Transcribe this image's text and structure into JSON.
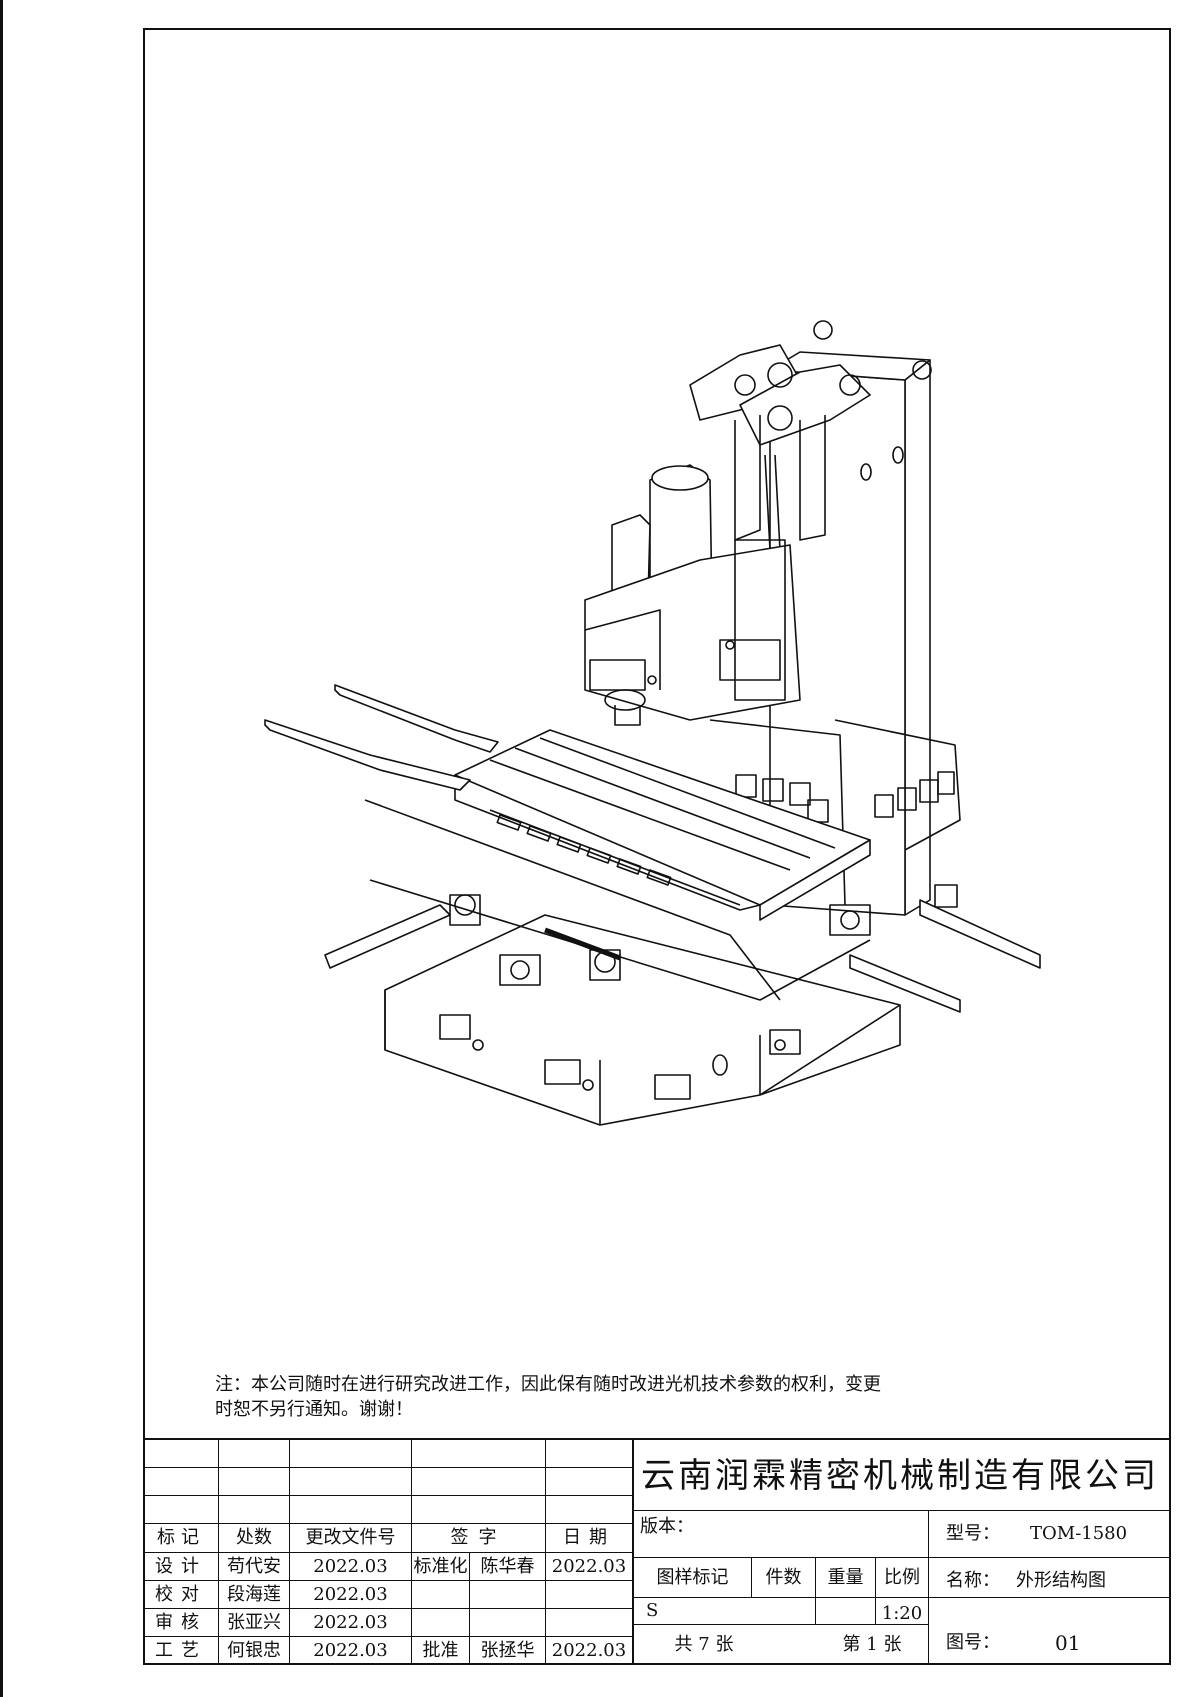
{
  "note": {
    "line1": "注：本公司随时在进行研究改进工作，因此保有随时改进光机技术参数的权利，变更",
    "line2": "时恕不另行通知。谢谢！"
  },
  "company_name": "云南润霖精密机械制造有限公司",
  "revision_header": {
    "mark": "标记",
    "count": "处数",
    "change_doc": "更改文件号",
    "signature": "签字",
    "date": "日期"
  },
  "approvals": [
    {
      "role": "设计",
      "name": "苟代安",
      "date": "2022.03"
    },
    {
      "role": "校对",
      "name": "段海莲",
      "date": "2022.03"
    },
    {
      "role": "审核",
      "name": "张亚兴",
      "date": "2022.03"
    },
    {
      "role": "工艺",
      "name": "何银忠",
      "date": "2022.03"
    }
  ],
  "standardization": {
    "label": "标准化",
    "name": "陈华春",
    "date": "2022.03"
  },
  "approval": {
    "label": "批准",
    "name": "张拯华",
    "date": "2022.03"
  },
  "version_label": "版本：",
  "drawing_info": {
    "mark_label": "图样标记",
    "pieces_label": "件数",
    "weight_label": "重量",
    "scale_label": "比例",
    "mark_value": "S",
    "scale_value": "1:20",
    "total_sheets": "共 7 张",
    "sheet_no": "第 1 张"
  },
  "model": {
    "label": "型号：",
    "value": "TOM-1580"
  },
  "name": {
    "label": "名称：",
    "value": "外形结构图"
  },
  "drawing_number": {
    "label": "图号：",
    "value": "01"
  }
}
